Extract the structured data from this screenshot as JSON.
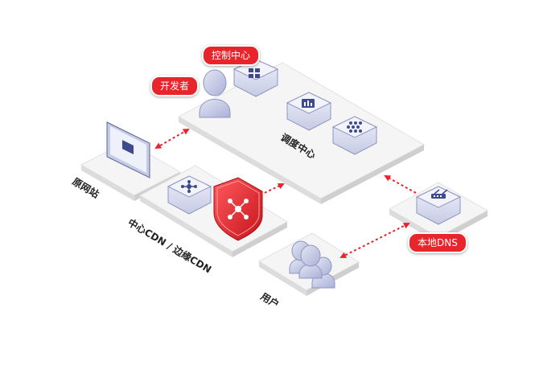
{
  "labels": {
    "developer": "开发者",
    "control_center": "控制中心",
    "scheduling_center": "调度中心",
    "origin_site": "原网站",
    "cdn": "中心CDN / 边缘CDN",
    "user": "用户",
    "local_dns": "本地DNS"
  },
  "colors": {
    "accent": "#e8252b",
    "platform_top": "#f5f5f5",
    "platform_side": "#d9d9d9",
    "device": "#c5cbe4",
    "device_dark": "#3e4a8c"
  },
  "icons": {
    "control_center_device": "grid-icon",
    "chart_device": "chart-icon",
    "dots_device": "dots-icon",
    "monitor": "monitor-icon",
    "network_device": "network-hub-icon",
    "shield": "shield-icon",
    "router": "router-icon",
    "developer": "person-icon",
    "users": "users-group-icon"
  }
}
